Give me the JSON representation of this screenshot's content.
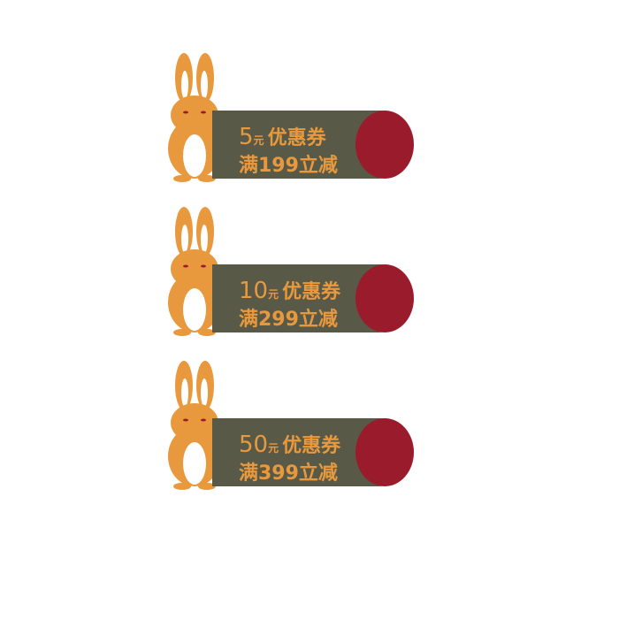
{
  "coupons": [
    {
      "amount": "5",
      "unit": "元",
      "title": "优惠券",
      "condition": "满199立减"
    },
    {
      "amount": "10",
      "unit": "元",
      "title": "优惠券",
      "condition": "满299立减"
    },
    {
      "amount": "50",
      "unit": "元",
      "title": "优惠券",
      "condition": "满399立减"
    }
  ],
  "colors": {
    "band": "#585a47",
    "circle": "#9a1b2c",
    "rabbit": "#e8993e",
    "text": "#e8993e"
  }
}
